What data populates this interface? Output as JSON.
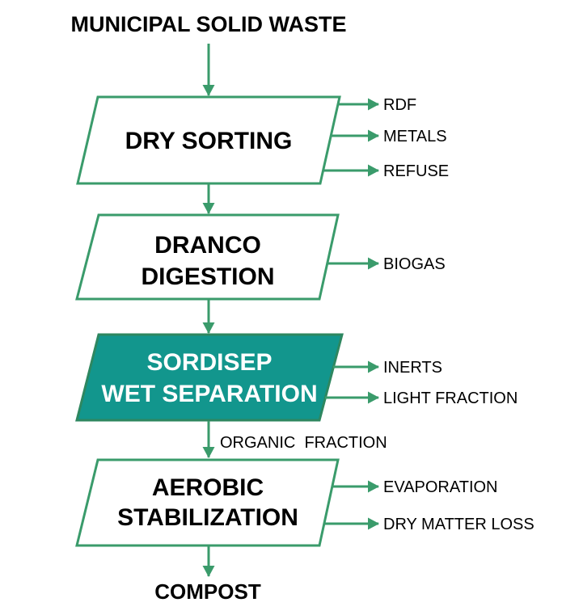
{
  "title": "MUNICIPAL SOLID WASTE",
  "colors": {
    "accent_green": "#3A9B6B",
    "teal_fill": "#12968D",
    "teal_border": "#2E8760",
    "ink": "#000000",
    "white_text": "#FFFFFF",
    "background": "#FFFFFF"
  },
  "stages": [
    {
      "label_lines": [
        "DRY SORTING"
      ],
      "outputs": [
        "RDF",
        "METALS",
        "REFUSE"
      ],
      "filled": false
    },
    {
      "label_lines": [
        "DRANCO",
        "DIGESTION"
      ],
      "outputs": [
        "BIOGAS"
      ],
      "filled": false
    },
    {
      "label_lines": [
        "SORDISEP",
        "WET SEPARATION"
      ],
      "outputs": [
        "INERTS",
        "LIGHT FRACTION"
      ],
      "filled": true
    },
    {
      "label_lines": [
        "AEROBIC",
        "STABILIZATION"
      ],
      "outputs": [
        "EVAPORATION",
        "DRY MATTER LOSS"
      ],
      "filled": false
    }
  ],
  "labels": {
    "organic_fraction": "ORGANIC  FRACTION",
    "compost": "COMPOST"
  }
}
